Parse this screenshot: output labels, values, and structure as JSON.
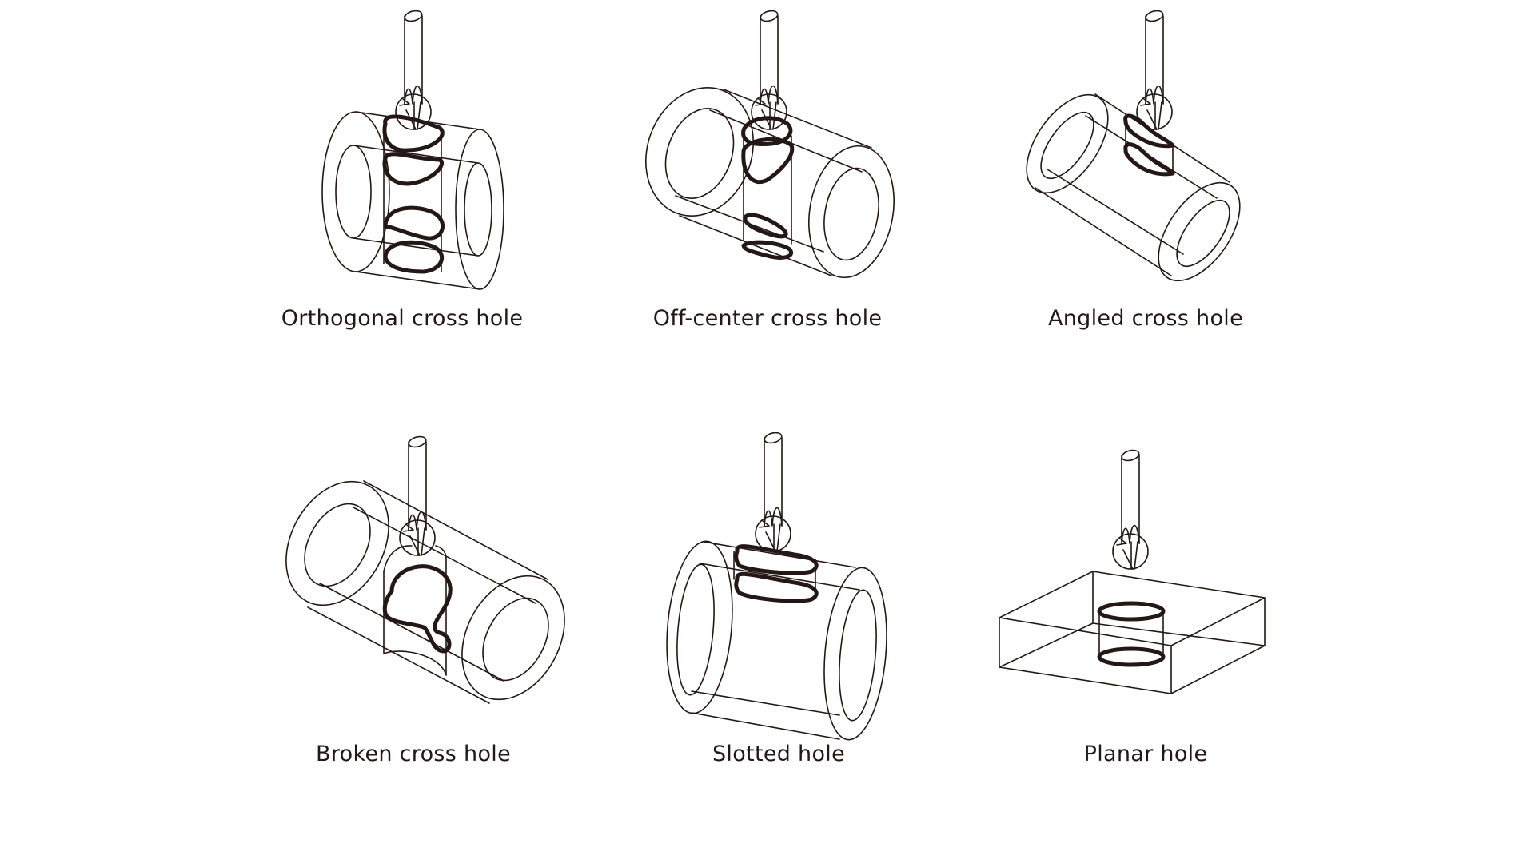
{
  "diagram": {
    "title": "",
    "items": [
      {
        "id": "orthogonal",
        "label": "Orthogonal cross hole",
        "workpiece": "tube",
        "tool": "ball-end-mill"
      },
      {
        "id": "off-center",
        "label": "Off-center cross hole",
        "workpiece": "tube",
        "tool": "ball-end-mill"
      },
      {
        "id": "angled",
        "label": "Angled cross hole",
        "workpiece": "tube",
        "tool": "ball-end-mill"
      },
      {
        "id": "broken",
        "label": "Broken cross hole",
        "workpiece": "tube",
        "tool": "ball-end-mill"
      },
      {
        "id": "slotted",
        "label": "Slotted hole",
        "workpiece": "tube",
        "tool": "ball-end-mill"
      },
      {
        "id": "planar",
        "label": "Planar hole",
        "workpiece": "block",
        "tool": "ball-end-mill"
      }
    ]
  },
  "colors": {
    "line": "#231815",
    "background": "#ffffff"
  }
}
